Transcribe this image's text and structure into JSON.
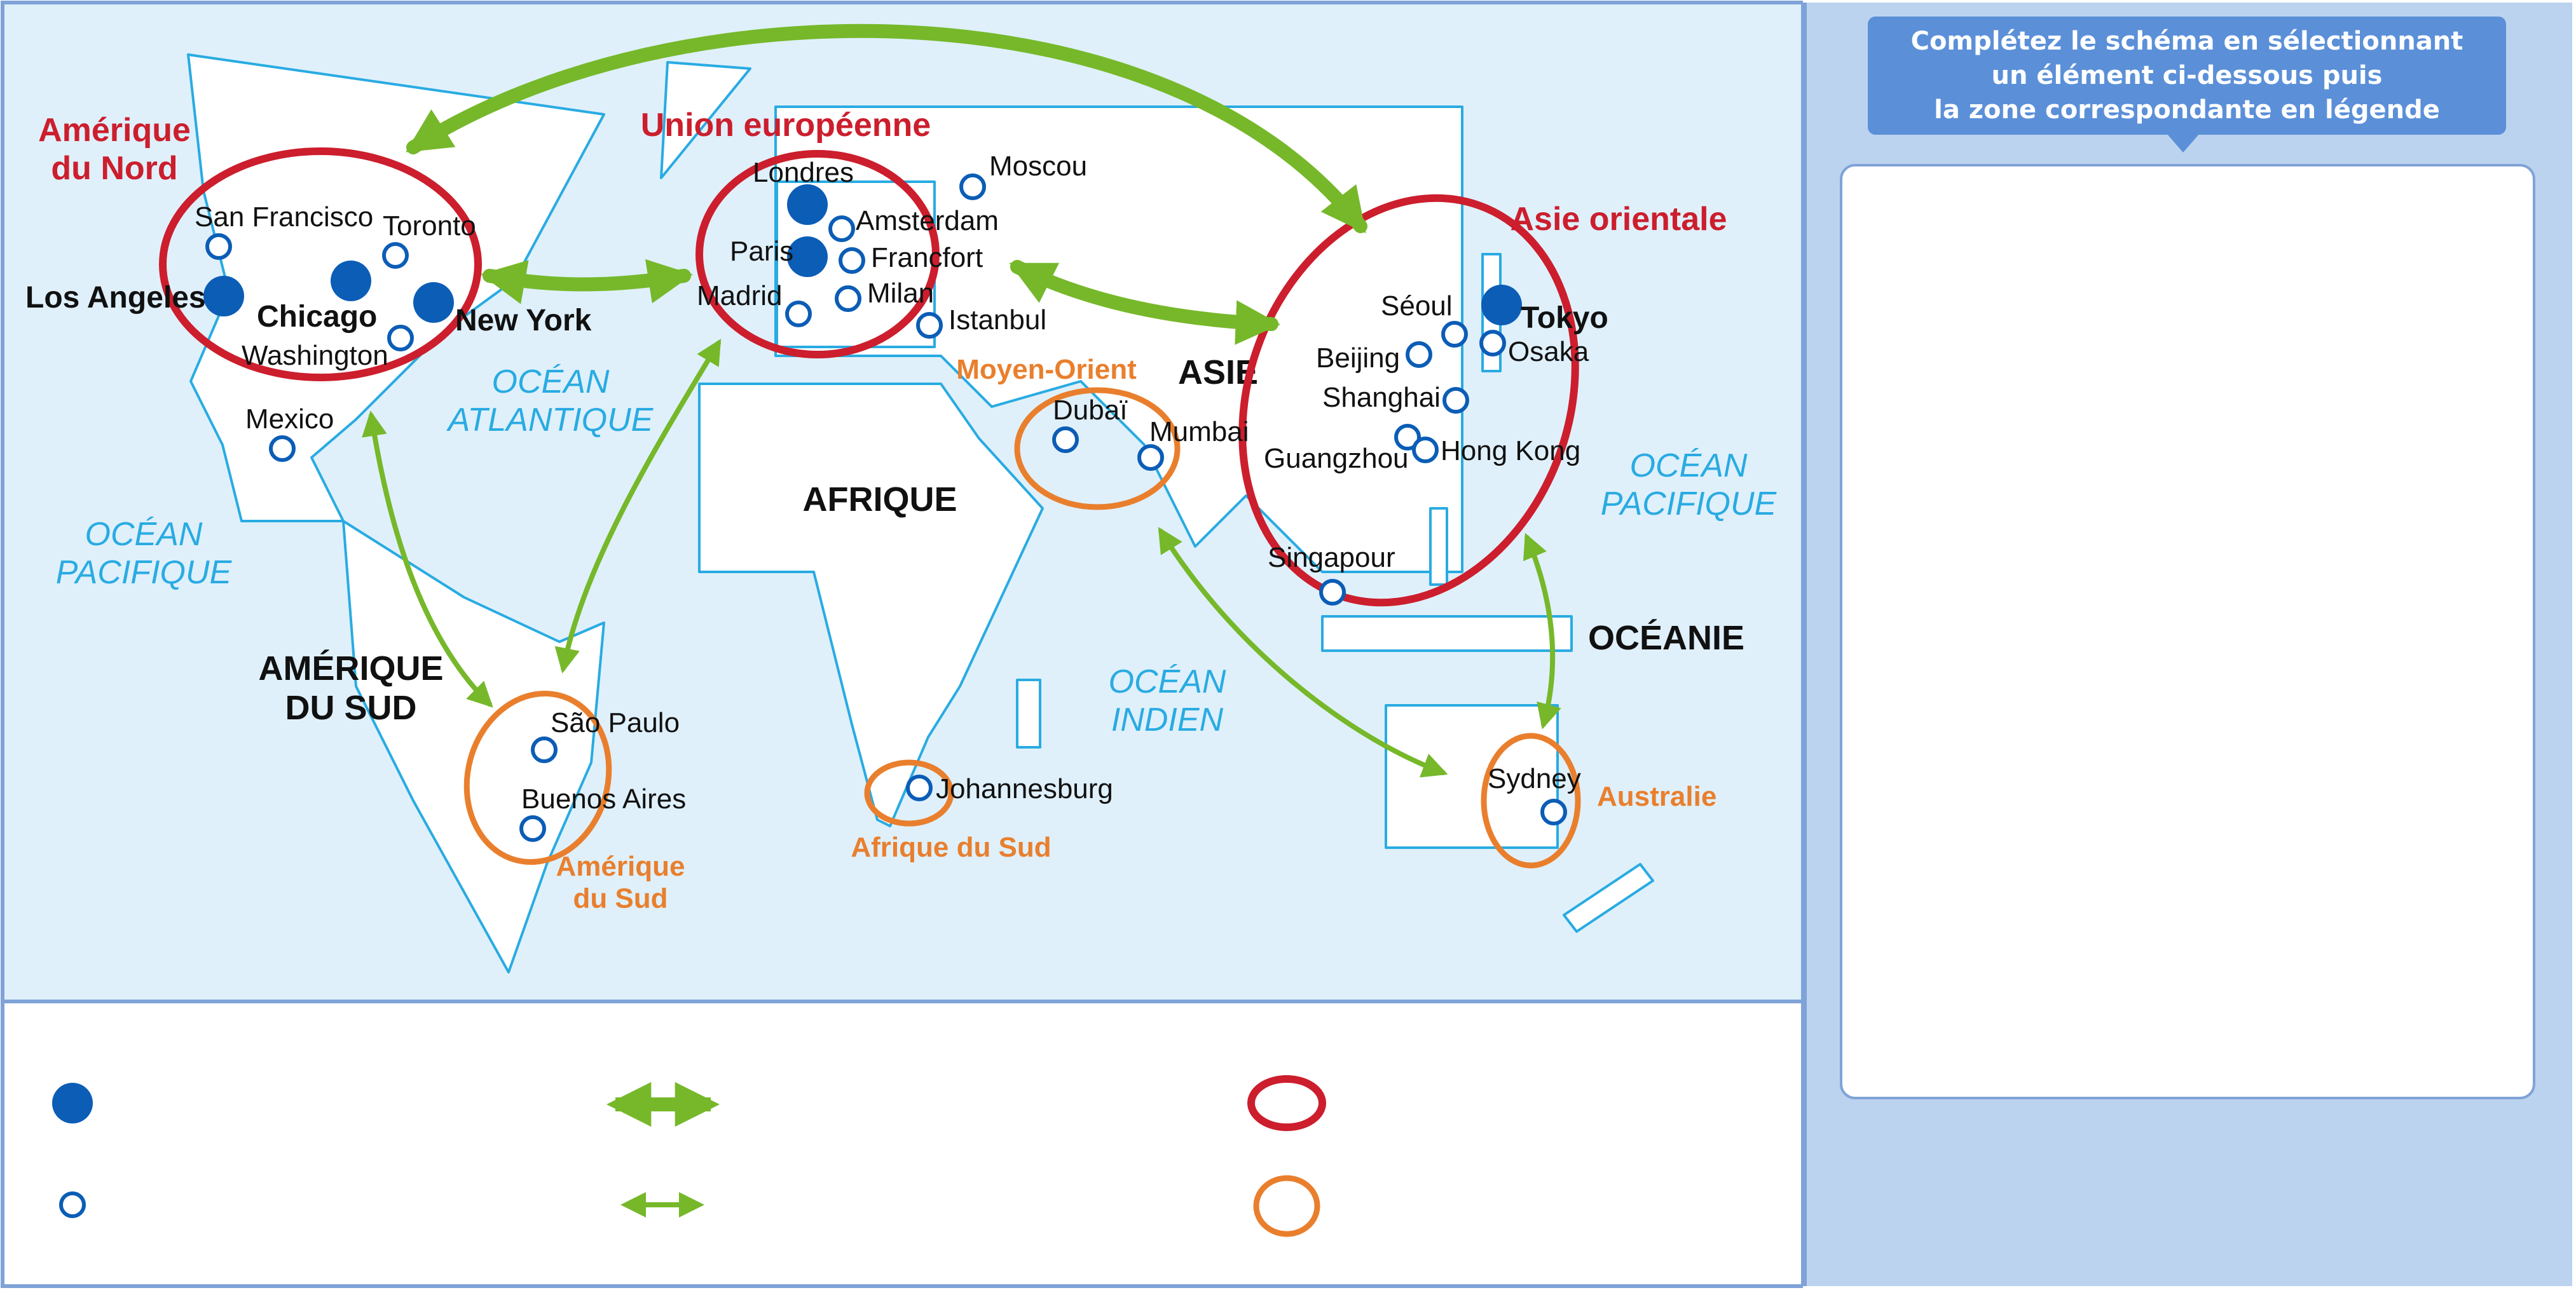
{
  "regions": {
    "amerique_du_nord": "Amérique\ndu Nord",
    "union_europeenne": "Union européenne",
    "asie_orientale": "Asie orientale",
    "moyen_orient": "Moyen-Orient",
    "amerique_du_sud_region": "Amérique\ndu Sud",
    "afrique_du_sud": "Afrique du Sud",
    "australie": "Australie"
  },
  "continents": {
    "amerique_du_sud": "AMÉRIQUE\nDU SUD",
    "afrique": "AFRIQUE",
    "asie": "ASIE",
    "oceanie": "OCÉANIE"
  },
  "oceans": {
    "atlantique": "OCÉAN\nATLANTIQUE",
    "pacifique_ouest": "OCÉAN\nPACIFIQUE",
    "indien": "OCÉAN\nINDIEN",
    "pacifique_est": "OCÉAN\nPACIFIQUE"
  },
  "cities": {
    "san_francisco": "San Francisco",
    "toronto": "Toronto",
    "los_angeles": "Los Angeles",
    "chicago": "Chicago",
    "new_york": "New York",
    "washington": "Washington",
    "mexico": "Mexico",
    "londres": "Londres",
    "moscou": "Moscou",
    "amsterdam": "Amsterdam",
    "paris": "Paris",
    "francfort": "Francfort",
    "madrid": "Madrid",
    "milan": "Milan",
    "istanbul": "Istanbul",
    "dubai": "Dubaï",
    "mumbai": "Mumbai",
    "seoul": "Séoul",
    "tokyo": "Tokyo",
    "beijing": "Beijing",
    "osaka": "Osaka",
    "shanghai": "Shanghai",
    "guangzhou": "Guangzhou",
    "hong_kong": "Hong Kong",
    "singapour": "Singapour",
    "sao_paulo": "São Paulo",
    "buenos_aires": "Buenos Aires",
    "johannesburg": "Johannesburg",
    "sydney": "Sydney"
  },
  "panel": {
    "instruction": "Complétez le schéma en sélectionnant\nun élément ci-dessous puis\nla zone correspondante en légende"
  },
  "colors": {
    "sea": "#dff0fb",
    "land": "#ffffff",
    "coast": "#29abe2",
    "major_city": "#0b5db6",
    "arrow": "#76b82a",
    "red_circle": "#cc1e2d",
    "orange_circle": "#e97f2d",
    "panel": "#bcd3ef",
    "instruction_bg": "#5b90d8"
  }
}
